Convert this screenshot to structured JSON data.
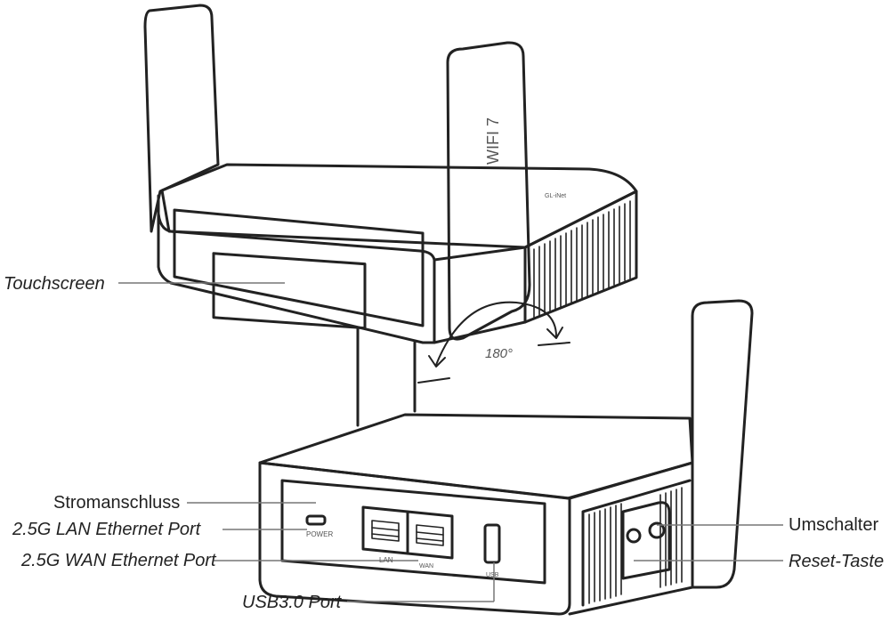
{
  "labels": {
    "touchscreen": "Touchscreen",
    "power": "Stromanschluss",
    "lan": "2.5G LAN Ethernet Port",
    "wan": "2.5G WAN Ethernet Port",
    "usb": "USB3.0 Port",
    "switch": "Umschalter",
    "reset": "Reset-Taste",
    "rotation": "180°"
  },
  "device_marks": {
    "antenna_text": "WIFI 7",
    "brand_text": "GL-iNet",
    "power_port": "POWER",
    "lan_port": "LAN",
    "wan_port": "WAN",
    "usb_port": "USB"
  },
  "colors": {
    "outline": "#222222",
    "callout_line": "#777777",
    "text": "#222222"
  }
}
